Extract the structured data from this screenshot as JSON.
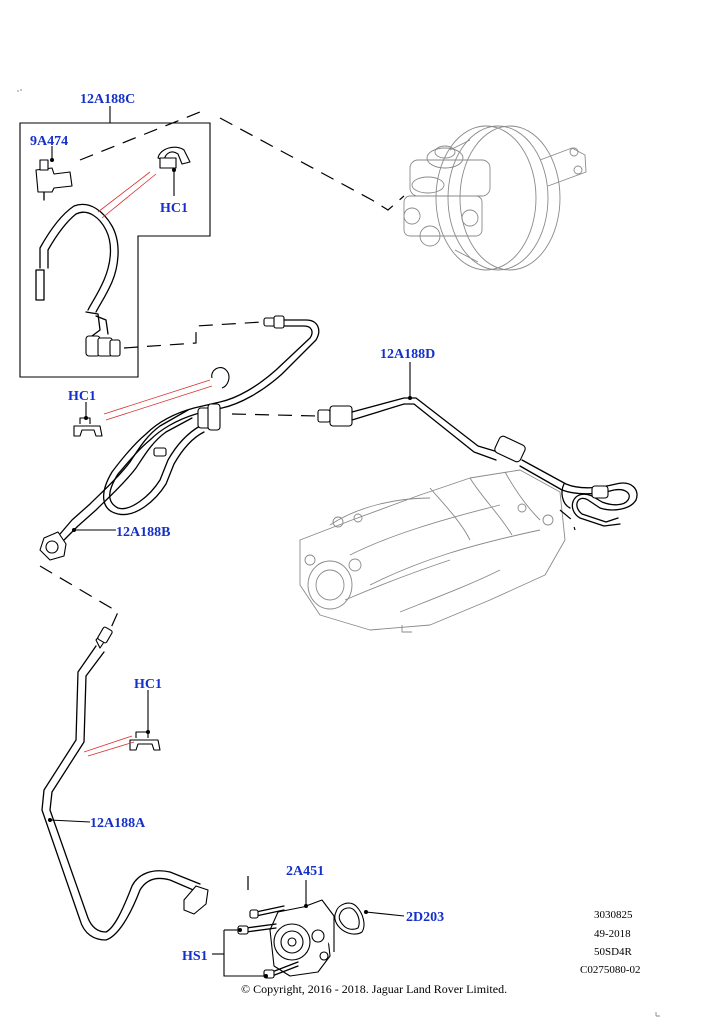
{
  "callouts": {
    "kit_c": "12A188C",
    "sensor": "9A474",
    "clip_hc1_top": "HC1",
    "kit_d": "12A188D",
    "clip_hc1_mid": "HC1",
    "kit_b": "12A188B",
    "clip_hc1_low": "HC1",
    "kit_a": "12A188A",
    "pump": "2A451",
    "seal": "2D203",
    "bolts": "HS1"
  },
  "reference": {
    "line1": "3030825",
    "line2": "49-2018",
    "line3": "50SD4R",
    "line4": "C0275080-02"
  },
  "copyright": "© Copyright, 2016 - 2018. Jaguar Land Rover Limited.",
  "colors": {
    "callout_text": "#1530c8",
    "pointer_lines": "#d83030",
    "line_art": "#000000",
    "background_art": "#8a8a8a"
  }
}
